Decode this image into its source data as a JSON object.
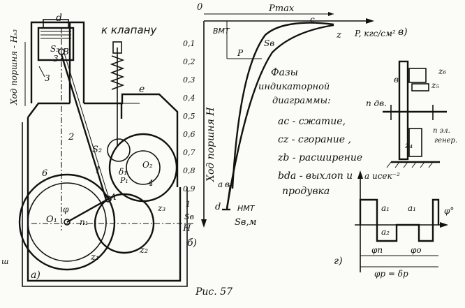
{
  "figure": {
    "caption": "Рис. 57",
    "panel_labels": [
      "а)",
      "б)",
      "в)",
      "г)"
    ],
    "corner_mark": "ш"
  },
  "mechanism": {
    "to_valve": "к клапану",
    "piston_stroke": "Ход поршня - Нₛ₃",
    "dim_d": "d",
    "dim_e": "e",
    "point_S3": "S₃",
    "point_B": "B",
    "label_3": "3",
    "label_2": "2",
    "label_1": "1",
    "label_6": "6",
    "label_4": "4",
    "point_S2": "S₂",
    "point_A": "A",
    "point_O1": "O₁",
    "point_O2": "O₂",
    "point_phi": "φ",
    "point_n1": "n₁",
    "label_z1": "z₁",
    "label_z2": "z₂",
    "label_z3": "z₃",
    "label_delta1": "δ₁",
    "label_p1": "P₁",
    "label_H": "H"
  },
  "indicator": {
    "O": "0",
    "vmt": "ВМТ",
    "nmt": "НМТ",
    "p_max": "Pmax",
    "c": "c",
    "z": "z",
    "p_axis": "P, кгс/см²",
    "s_axis": "Sв,м",
    "p": "P",
    "sb": "Sв",
    "a": "a",
    "b": "в",
    "d": "d",
    "s_b_tick": "Sв",
    "ticks": [
      "0,1",
      "0,2",
      "0,3",
      "0,4",
      "0,5",
      "0,6",
      "0,7",
      "0,8",
      "0,9",
      "1"
    ],
    "axis_title": "Ход поршня Н",
    "phases_title": "Фазы\nиндикаторной\nдиаграммы:",
    "phases": [
      "ac - сжатие,",
      "cz - сгорание ,",
      "zb - расширение",
      "bda - выхлоп и",
      "продувка"
    ]
  },
  "gearbox": {
    "z6": "z₆",
    "z5": "z₅",
    "z4": "z₄",
    "b": "в",
    "n_dv": "n дв.",
    "n_el": "n эл.",
    "gener": "генер."
  },
  "accel": {
    "a_label": "a  исек⁻²",
    "a1_left": "a₁",
    "a1_right": "a₁",
    "a2": "a₂",
    "phi": "φ°",
    "phi_p": "φп",
    "phi_o": "φо",
    "phi_total": "φр = δр"
  }
}
